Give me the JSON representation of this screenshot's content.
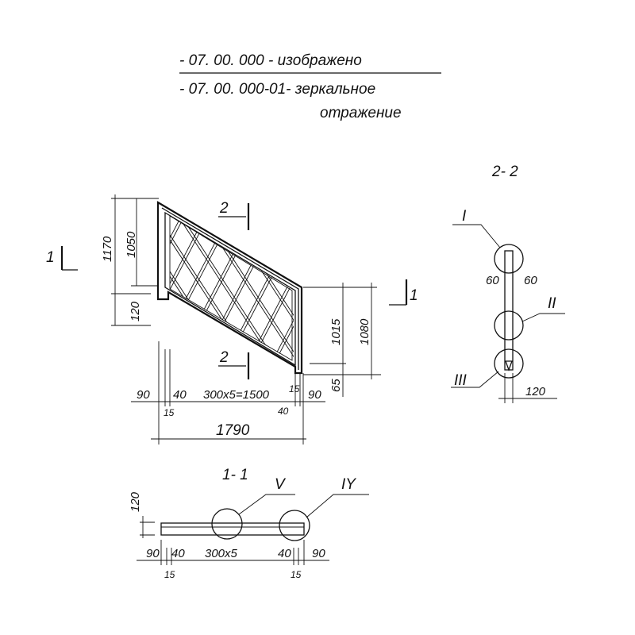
{
  "title": {
    "line1": "- 07. 00. 000 - изображено",
    "line2": "- 07. 00. 000-01- зеркальное",
    "line3": "отражение"
  },
  "section_labels": {
    "s22": "2- 2",
    "s11": "1- 1",
    "cut2_top": "2",
    "cut2_bottom": "2",
    "cut1_left": "1",
    "cut1_right": "1"
  },
  "callouts": {
    "I": "I",
    "II": "II",
    "III": "III",
    "IV": "IY",
    "V": "V"
  },
  "dimensions": {
    "main": {
      "h1170": "1170",
      "h1050": "1050",
      "h120": "120",
      "h1015": "1015",
      "h1080": "1080",
      "h65": "65",
      "w90_left": "90",
      "w40_left": "40",
      "w15_left": "15",
      "w_span": "300x5=1500",
      "w15_right": "15",
      "w40_right": "40",
      "w90_right": "90",
      "w_total": "1790"
    },
    "section22": {
      "a60": "60",
      "b60": "60",
      "w120": "120"
    },
    "section11": {
      "h120": "120",
      "w90_left": "90",
      "w40_left": "40",
      "w15_left": "15",
      "w_span": "300x5",
      "w40_right": "40",
      "w15_right": "15",
      "w90_right": "90"
    }
  }
}
